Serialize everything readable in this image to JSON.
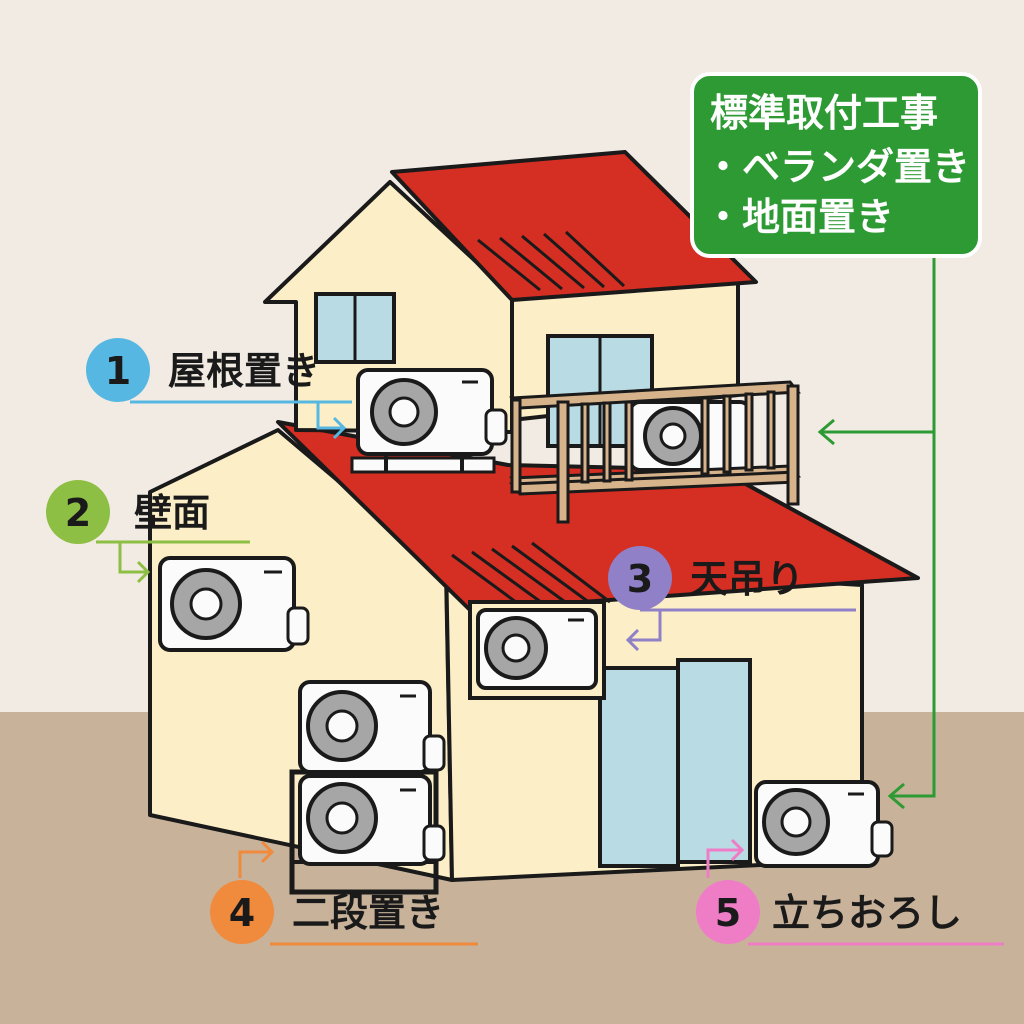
{
  "colors": {
    "background": "#f2ebe4",
    "ground": "#c8b39a",
    "wall": "#fcefc7",
    "roof": "#d52e23",
    "window": "#b9dbe4",
    "outline": "#1a1a1a",
    "unit_body": "#fbfbfb",
    "fan": "#a6a6a6",
    "railing": "#d6b38a",
    "standard_box": "#2d9a34"
  },
  "standard_box": {
    "title": "標準取付工事",
    "items": [
      "・ベランダ置き",
      "・地面置き"
    ]
  },
  "labels": [
    {
      "number": "1",
      "text": "屋根置き",
      "color": "#56b8e2"
    },
    {
      "number": "2",
      "text": "壁面",
      "color": "#8ebf45"
    },
    {
      "number": "3",
      "text": "天吊り",
      "color": "#8f80c7"
    },
    {
      "number": "4",
      "text": "二段置き",
      "color": "#f08a3c"
    },
    {
      "number": "5",
      "text": "立ちおろし",
      "color": "#ee7dc6"
    }
  ]
}
